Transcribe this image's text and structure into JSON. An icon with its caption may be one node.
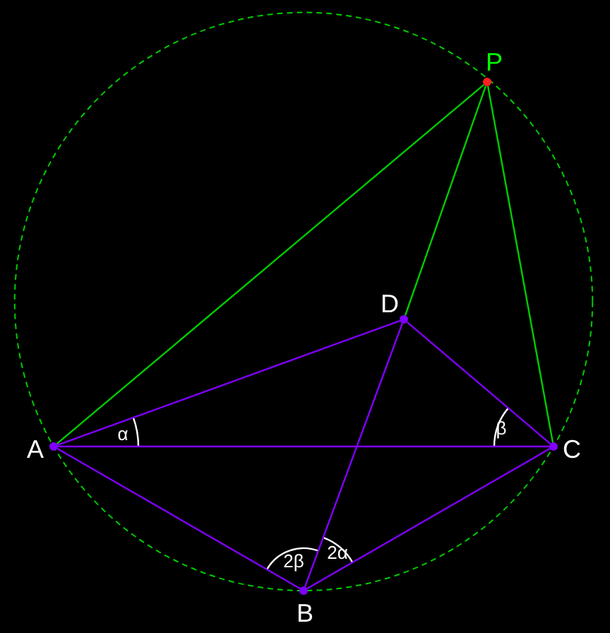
{
  "diagram": {
    "nodes": [
      {
        "text": [],
        "shape": "point",
        "beside": [
          "P"
        ]
      },
      {
        "text": [],
        "shape": "point",
        "beside": [
          "D"
        ]
      },
      {
        "text": [],
        "shape": "point",
        "beside": [
          "A"
        ]
      },
      {
        "text": [],
        "shape": "point",
        "beside": [
          "C"
        ]
      },
      {
        "text": [],
        "shape": "point",
        "beside": [
          "B"
        ]
      }
    ],
    "edges": [
      {
        "from": 0,
        "to": 2,
        "arrow": "none",
        "color": "#00cc00"
      },
      {
        "from": 0,
        "to": 1,
        "arrow": "none",
        "color": "#00cc00"
      },
      {
        "from": 0,
        "to": 3,
        "arrow": "none",
        "color": "#00cc00"
      },
      {
        "from": 2,
        "to": 1,
        "arrow": "none"
      },
      {
        "from": 1,
        "to": 3,
        "arrow": "none"
      },
      {
        "from": 2,
        "to": 3,
        "arrow": "none"
      },
      {
        "from": 1,
        "to": 4,
        "arrow": "none"
      },
      {
        "from": 2,
        "to": 4,
        "arrow": "none"
      },
      {
        "from": 4,
        "to": 3,
        "arrow": "none"
      }
    ],
    "labels": [
      "α",
      "β",
      "2β",
      "2α"
    ]
  }
}
